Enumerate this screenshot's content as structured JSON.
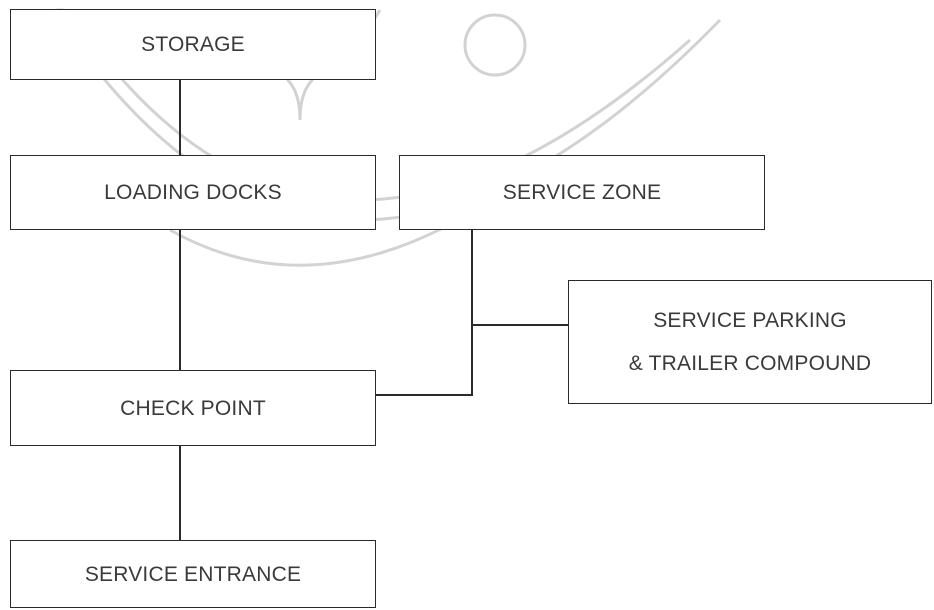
{
  "diagram": {
    "nodes": {
      "storage": "STORAGE",
      "loading_docks": "LOADING DOCKS",
      "service_zone": "SERVICE ZONE",
      "service_parking": {
        "line1": "SERVICE PARKING",
        "line2": "& TRAILER COMPOUND"
      },
      "check_point": "CHECK POINT",
      "service_entrance": "SERVICE ENTRANCE"
    },
    "connections": [
      [
        "storage",
        "loading_docks"
      ],
      [
        "loading_docks",
        "check_point"
      ],
      [
        "service_zone",
        "check_point"
      ],
      [
        "service_zone",
        "service_parking"
      ],
      [
        "check_point",
        "service_entrance"
      ]
    ],
    "colors": {
      "line": "#2b2b2b",
      "text": "#3a3a3a",
      "watermark": "#bdbdbd"
    }
  }
}
